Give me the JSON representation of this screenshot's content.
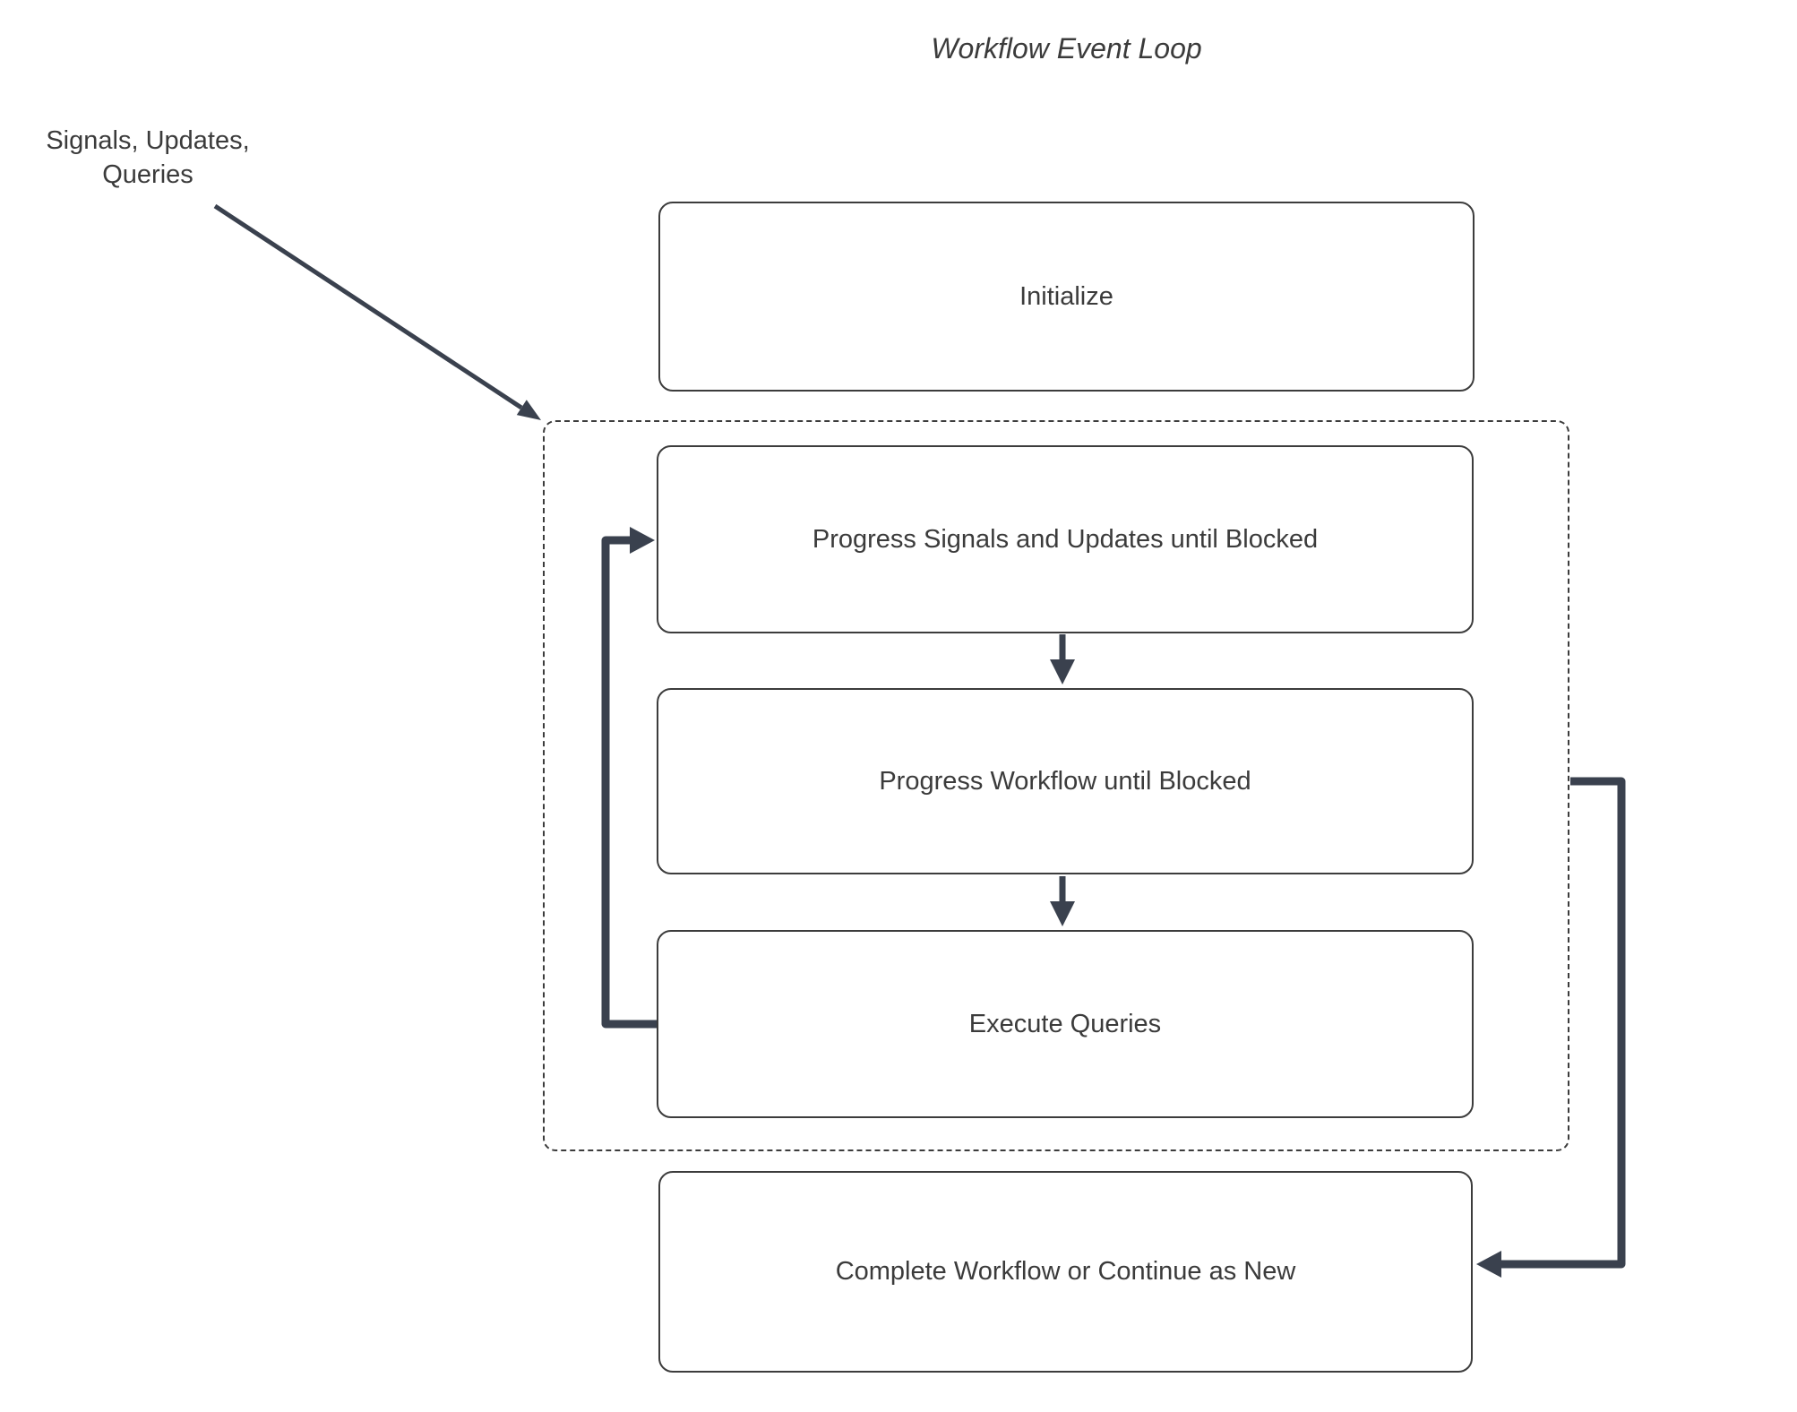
{
  "title": "Workflow Event Loop",
  "external_label": "Signals, Updates,\nQueries",
  "nodes": {
    "initialize": "Initialize",
    "progress_signals": "Progress Signals and Updates until Blocked",
    "progress_workflow": "Progress Workflow until Blocked",
    "execute_queries": "Execute Queries",
    "complete": "Complete Workflow or Continue as New"
  },
  "edges": {
    "external_input": "Signals, Updates, Queries into event loop",
    "signals_to_workflow": "Progress Signals and Updates until Blocked to Progress Workflow until Blocked",
    "workflow_to_queries": "Progress Workflow until Blocked to Execute Queries",
    "queries_back_to_signals": "Execute Queries back to Progress Signals and Updates until Blocked",
    "loop_to_complete": "Event loop to Complete Workflow or Continue as New"
  },
  "colors": {
    "background": "#ffffff",
    "box_fill": "#ffffff",
    "box_border": "#3c3c3c",
    "connector": "#3a414e",
    "text": "#3b3b3b"
  }
}
